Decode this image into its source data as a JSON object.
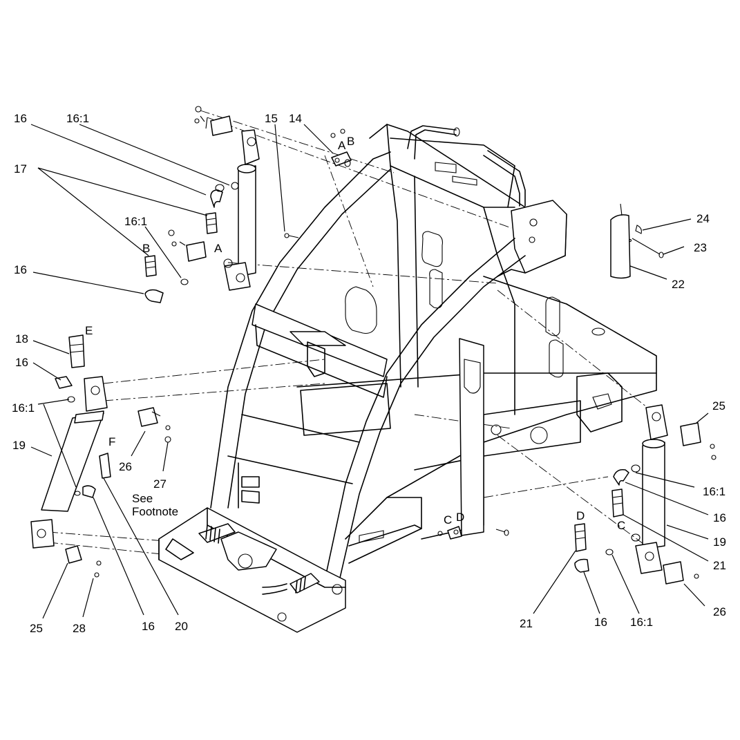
{
  "callouts": {
    "c16_tl": "16",
    "c16_1_tl": "16:1",
    "c15": "15",
    "c14": "14",
    "c17": "17",
    "c16_1_ml": "16:1",
    "cB_l": "B",
    "cA_l": "A",
    "c16_ml": "16",
    "cA_top": "A",
    "cB_top": "B",
    "c24": "24",
    "c23": "23",
    "c22": "22",
    "c18": "18",
    "cE": "E",
    "c16_l": "16",
    "c16_1_l": "16:1",
    "c19_l": "19",
    "cF": "F",
    "c26_l": "26",
    "c27": "27",
    "see_footnote_1": "See",
    "see_footnote_2": "Footnote",
    "c25_l": "25",
    "c28": "28",
    "c16_bl": "16",
    "c20": "20",
    "cC_m": "C",
    "cD_m": "D",
    "cD_r": "D",
    "c21_b": "21",
    "c16_br": "16",
    "c16_1_br": "16:1",
    "c25_r": "25",
    "c16_1_r": "16:1",
    "c16_r": "16",
    "cC_r": "C",
    "c19_r": "19",
    "c21_r": "21",
    "c26_r": "26"
  }
}
